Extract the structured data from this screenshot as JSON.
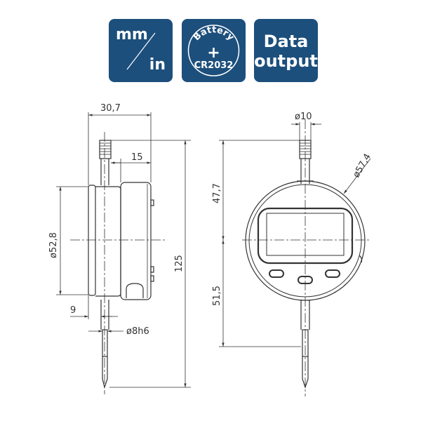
{
  "badges": {
    "units": {
      "top": "mm",
      "bottom": "in"
    },
    "battery": {
      "arc": "Battery",
      "plus": "+",
      "model": "CR2032"
    },
    "data": {
      "line1": "Data",
      "line2": "output"
    }
  },
  "dimensions": {
    "side_width": "30,7",
    "stem_offset": "15",
    "body_diameter": "ø52,8",
    "bottom_offset": "9",
    "stem_diameter": "ø8h6",
    "total_height": "125",
    "top_diameter": "ø10",
    "case_diameter": "ø57,4",
    "upper_height": "47,7",
    "lower_height": "51,5"
  },
  "colors": {
    "badge": "#1c4f7c",
    "line": "#333333",
    "text_on_badge": "#ffffff"
  }
}
